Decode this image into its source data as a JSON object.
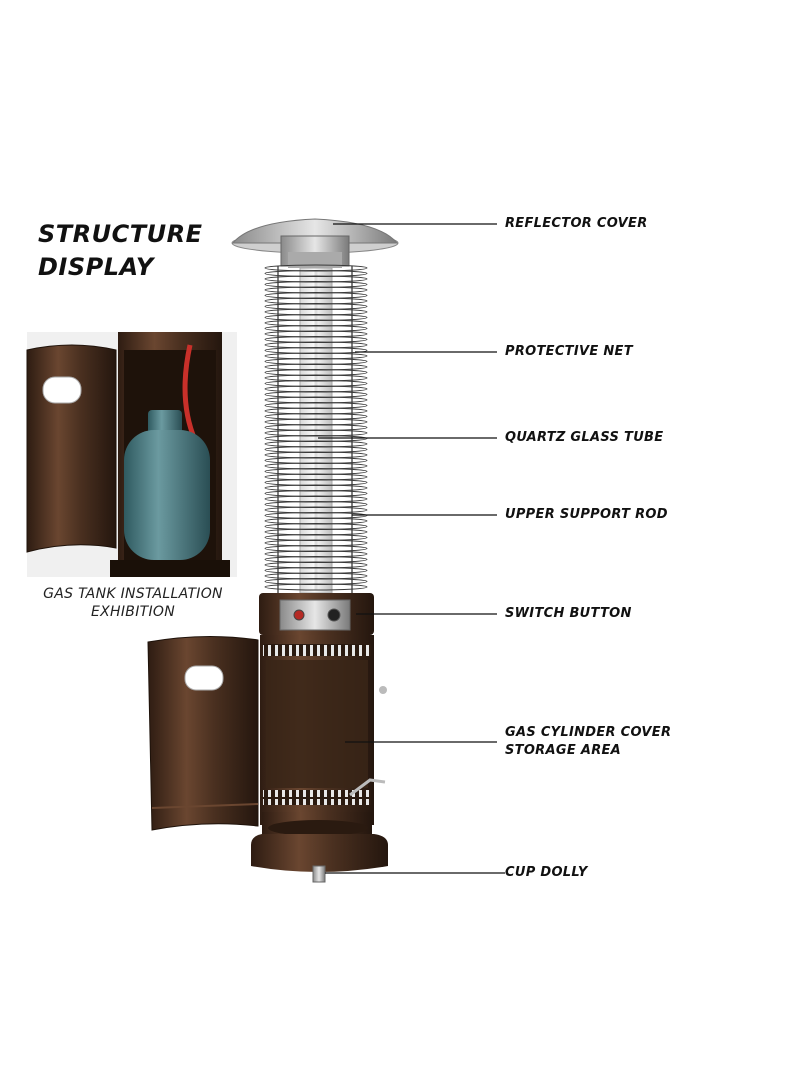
{
  "title": {
    "line1": "STRUCTURE",
    "line2": "DISPLAY"
  },
  "inset_caption": {
    "line1": "GAS TANK INSTALLATION",
    "line2": "EXHIBITION"
  },
  "labels": [
    {
      "id": "reflector-cover",
      "text": "REFLECTOR COVER"
    },
    {
      "id": "protective-net",
      "text": "PROTECTIVE NET"
    },
    {
      "id": "quartz-glass-tube",
      "text": "QUARTZ GLASS TUBE"
    },
    {
      "id": "upper-support-rod",
      "text": "UPPER SUPPORT ROD"
    },
    {
      "id": "switch-button",
      "text": "SWITCH BUTTON"
    },
    {
      "id": "gas-cylinder-cover",
      "text": "GAS CYLINDER COVER",
      "text2": "STORAGE AREA"
    },
    {
      "id": "cup-dolly",
      "text": "CUP DOLLY"
    }
  ],
  "colors": {
    "bronze": "#4a3020",
    "bronze_dark": "#2e1c12",
    "tank": "#4e7a80",
    "hose": "#c8302a",
    "steel": "#c9c9c9"
  }
}
